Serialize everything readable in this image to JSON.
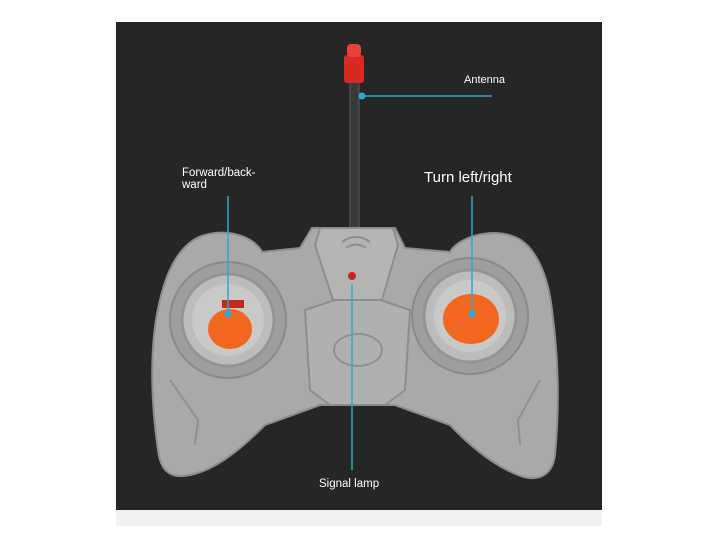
{
  "labels": {
    "antenna": "Antenna",
    "forward_backward": "Forward/back-\nward",
    "turn": "Turn left/right",
    "signal_lamp": "Signal lamp"
  },
  "colors": {
    "background": "#262626",
    "controller_body": "#a9a9a7",
    "joystick": "#f3661f",
    "antenna_tip": "#d62a22",
    "callout_line": "#29a9d6"
  }
}
